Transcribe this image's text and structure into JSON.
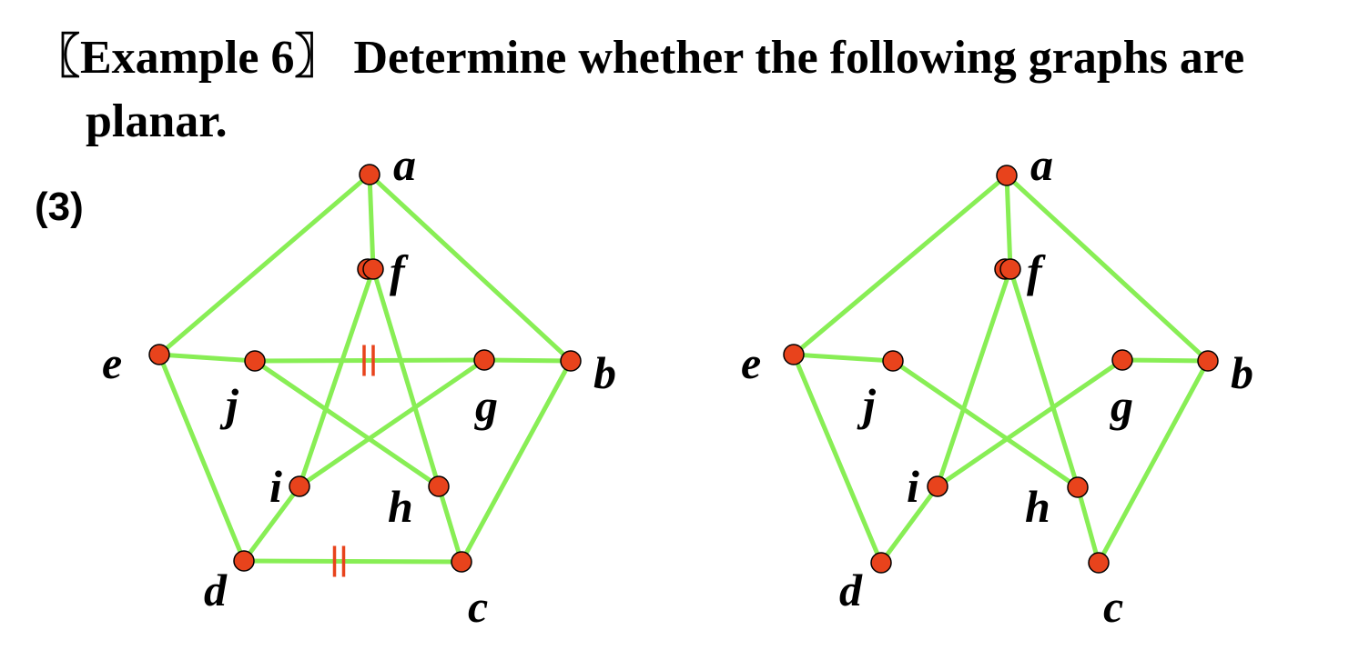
{
  "title": {
    "line1": "〖Example 6〗 Determine whether the following graphs are",
    "line2": "planar."
  },
  "part_label": "(3)",
  "colors": {
    "edge": "#88ee55",
    "vertex": "#e8431c",
    "tick": "#e8431c",
    "text": "#000000"
  },
  "graphs": [
    {
      "id": "left",
      "vertices": [
        "a",
        "b",
        "c",
        "d",
        "e",
        "f",
        "g",
        "h",
        "i",
        "j"
      ],
      "edges": [
        [
          "a",
          "e"
        ],
        [
          "a",
          "b"
        ],
        [
          "a",
          "f"
        ],
        [
          "e",
          "j"
        ],
        [
          "j",
          "g"
        ],
        [
          "g",
          "b"
        ],
        [
          "e",
          "d"
        ],
        [
          "b",
          "c"
        ],
        [
          "d",
          "c"
        ],
        [
          "f",
          "i"
        ],
        [
          "f",
          "h"
        ],
        [
          "j",
          "h"
        ],
        [
          "g",
          "i"
        ],
        [
          "i",
          "d"
        ],
        [
          "h",
          "c"
        ]
      ],
      "marked_edges": [
        [
          "j",
          "g"
        ],
        [
          "d",
          "c"
        ]
      ]
    },
    {
      "id": "right",
      "vertices": [
        "a",
        "b",
        "c",
        "d",
        "e",
        "f",
        "g",
        "h",
        "i",
        "j"
      ],
      "edges": [
        [
          "a",
          "e"
        ],
        [
          "a",
          "b"
        ],
        [
          "a",
          "f"
        ],
        [
          "e",
          "j"
        ],
        [
          "g",
          "b"
        ],
        [
          "e",
          "d"
        ],
        [
          "b",
          "c"
        ],
        [
          "f",
          "i"
        ],
        [
          "f",
          "h"
        ],
        [
          "j",
          "h"
        ],
        [
          "g",
          "i"
        ],
        [
          "i",
          "d"
        ],
        [
          "h",
          "c"
        ]
      ],
      "marked_edges": []
    }
  ]
}
